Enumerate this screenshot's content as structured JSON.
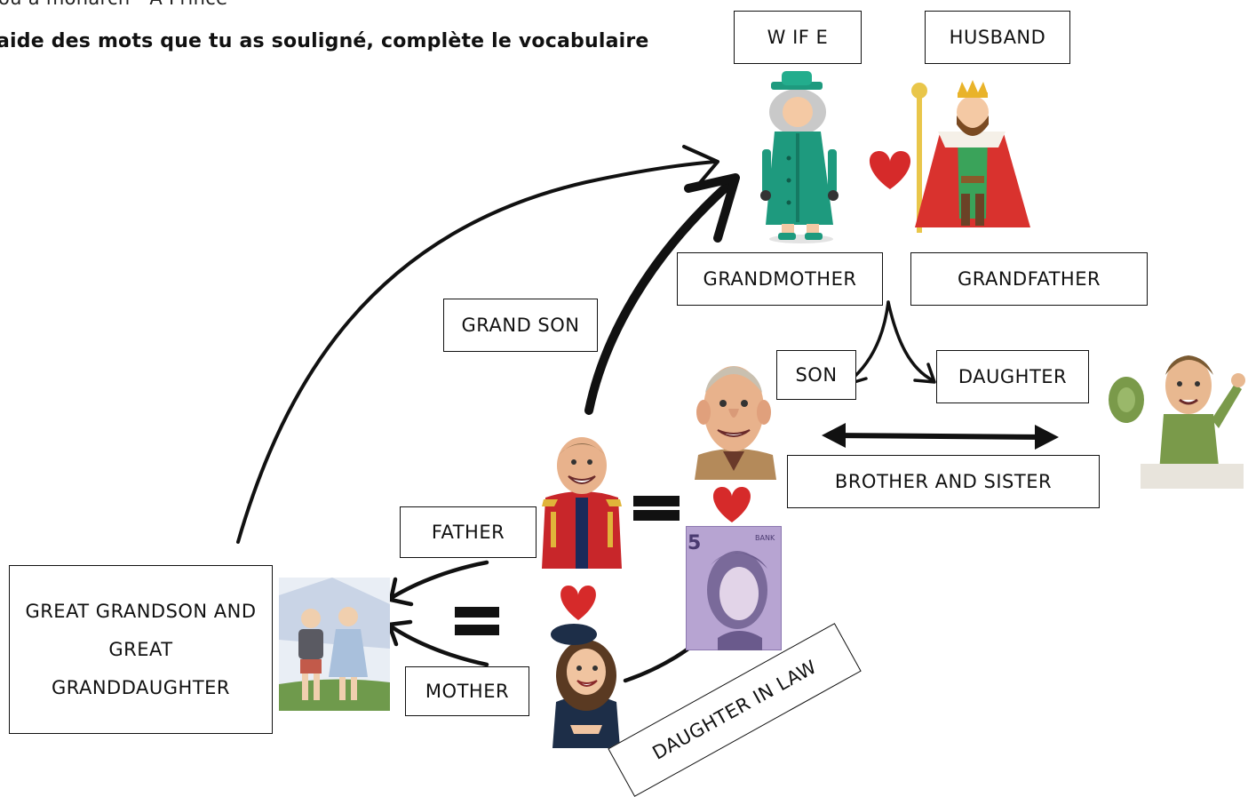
{
  "header": {
    "top_line": "ou a monarch - A Prince",
    "instruction": "aide des mots que tu as souligné, complète le vocabulaire"
  },
  "labels": {
    "wife": "W IF E",
    "husband": "HUSBAND",
    "grandmother": "GRANDMOTHER",
    "grandfather": "GRANDFATHER",
    "grand_son": "GRAND SON",
    "son": "SON",
    "daughter": "DAUGHTER",
    "brother_and_sister": "BROTHER AND SISTER",
    "father": "FATHER",
    "mother": "MOTHER",
    "great_grandchildren_line1": "GREAT GRANDSON AND",
    "great_grandchildren_line2": "GREAT",
    "great_grandchildren_line3": "GRANDDAUGHTER",
    "daughter_in_law": "DAUGHTER IN LAW"
  },
  "banknote_text": "BANK",
  "colors": {
    "heart": "#d62a2a",
    "coat_teal": "#1e9a7e",
    "robe_red": "#d9322e",
    "uniform_red": "#c8262a",
    "banknote_purple": "#a48cc4"
  }
}
